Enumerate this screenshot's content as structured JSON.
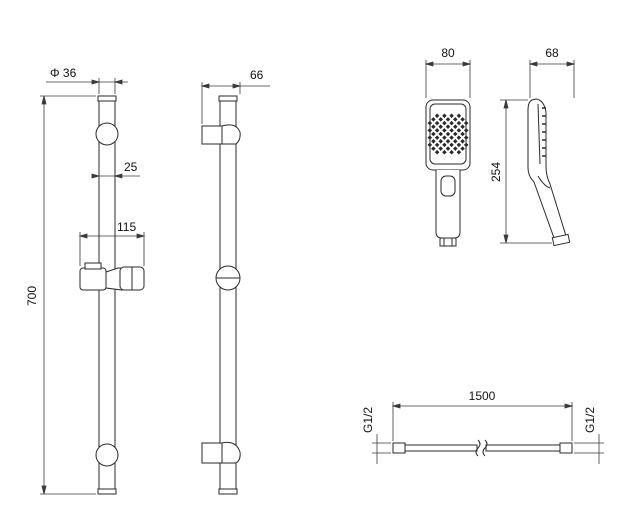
{
  "dimensions": {
    "rail_diameter": "Φ 36",
    "rail_height": "700",
    "rail_width": "25",
    "slider_width": "115",
    "rail_depth": "66",
    "head_width": "80",
    "head_depth": "68",
    "head_height": "254",
    "hose_length": "1500",
    "hose_left_thread": "G1/2",
    "hose_right_thread": "G1/2"
  },
  "colors": {
    "line": "#2a2a2a",
    "dimension": "#3a3a3a",
    "background": "#ffffff"
  }
}
